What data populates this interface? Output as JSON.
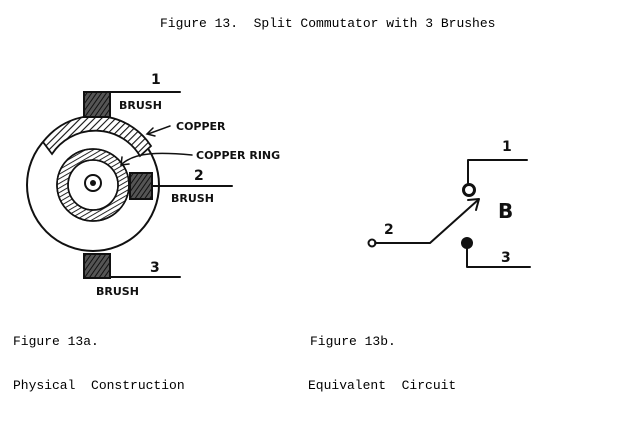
{
  "title": "Figure 13.  Split Commutator with 3 Brushes",
  "figure_a": {
    "label": "Figure 13a.",
    "description": "Physical  Construction",
    "annotations": {
      "terminal_1": "1",
      "terminal_2": "2",
      "terminal_3": "3",
      "brush_top": "BRUSH",
      "brush_right": "BRUSH",
      "brush_bottom": "BRUSH",
      "copper": "COPPER",
      "copper_ring": "COPPER RING"
    }
  },
  "figure_b": {
    "label": "Figure 13b.",
    "description": "Equivalent  Circuit",
    "annotations": {
      "terminal_1": "1",
      "terminal_2": "2",
      "terminal_3": "3",
      "switch": "B"
    }
  }
}
